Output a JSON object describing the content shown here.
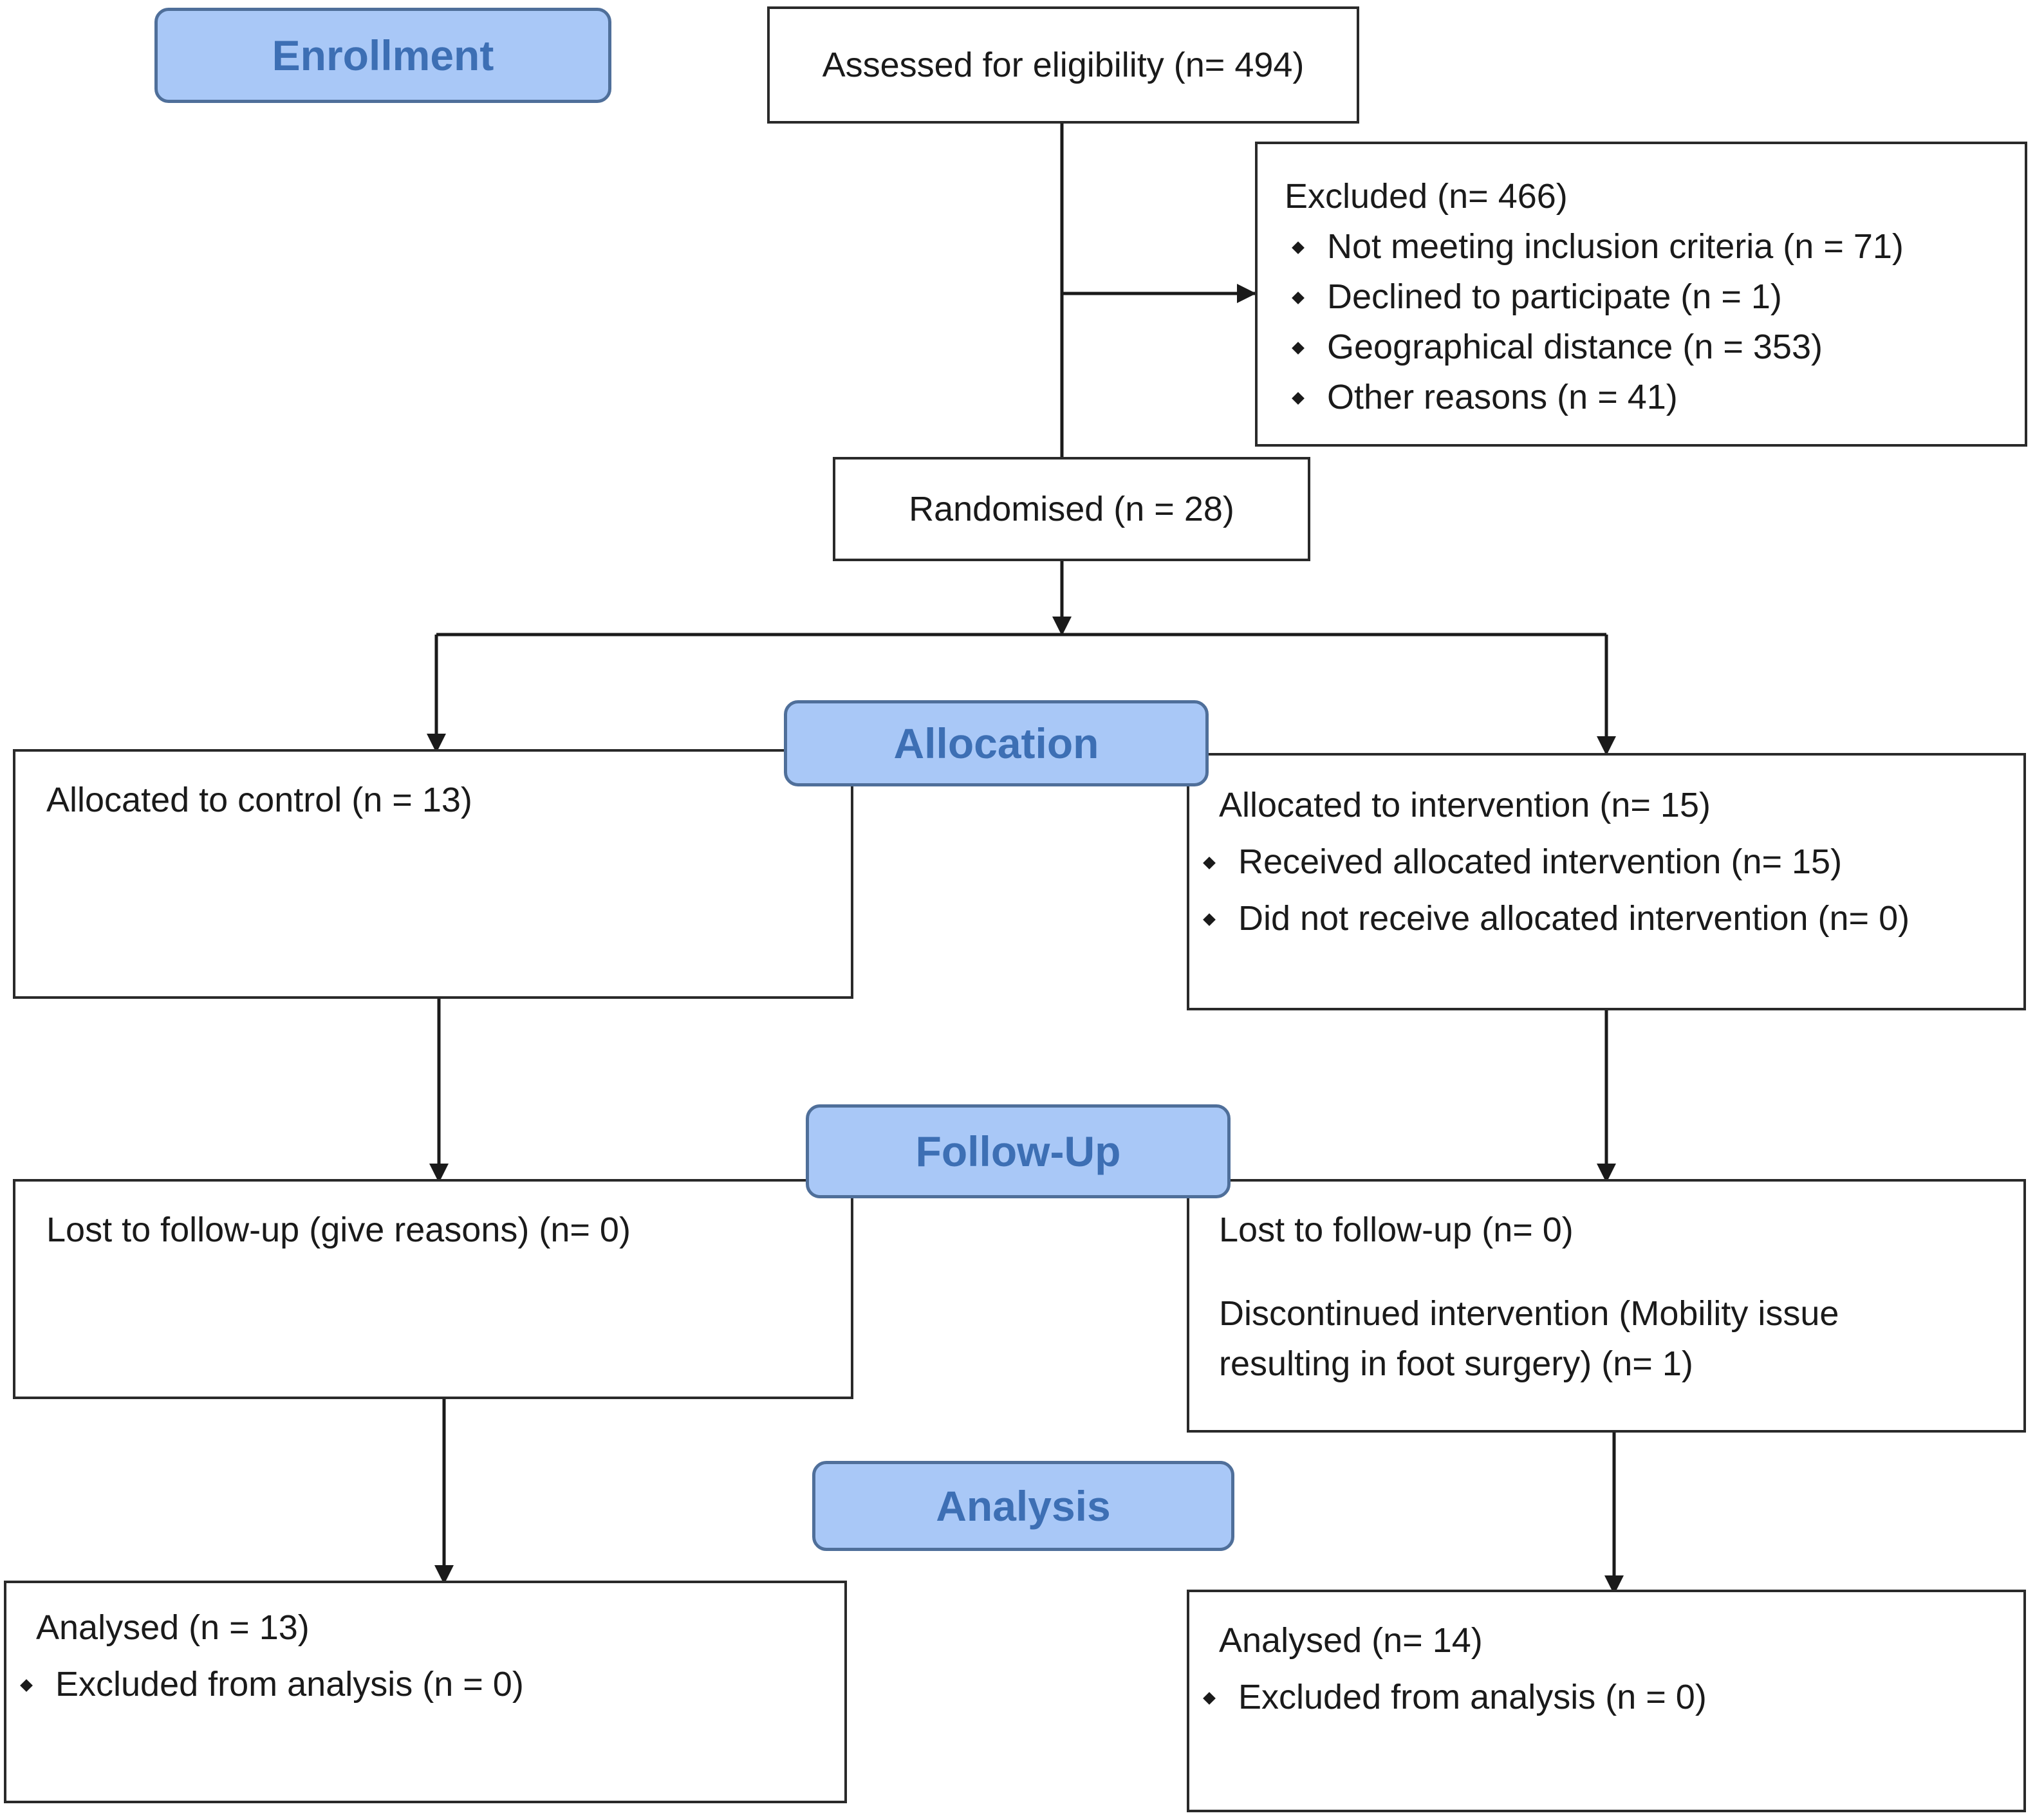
{
  "stages": {
    "enrollment": "Enrollment",
    "allocation": "Allocation",
    "follow_up": "Follow-Up",
    "analysis": "Analysis"
  },
  "assessed": "Assessed for eligibility (n= 494)",
  "excluded": {
    "title": "Excluded (n= 466)",
    "items": [
      "Not meeting inclusion criteria (n = 71)",
      "Declined to participate (n = 1)",
      "Geographical distance (n = 353)",
      "Other reasons (n = 41)"
    ]
  },
  "randomised": "Randomised (n = 28)",
  "control": {
    "allocated": "Allocated to control (n = 13)",
    "follow_up": "Lost to follow-up (give reasons) (n= 0)",
    "analysed": "Analysed (n = 13)",
    "analysis_items": [
      "Excluded from analysis (n = 0)"
    ]
  },
  "intervention": {
    "allocated": "Allocated to intervention (n= 15)",
    "allocated_items": [
      "Received allocated intervention (n= 15)",
      "Did not receive allocated intervention (n= 0)"
    ],
    "lost": "Lost to follow-up (n= 0)",
    "discontinued_line1": "Discontinued intervention (Mobility issue",
    "discontinued_line2": "resulting in foot surgery) (n= 1)",
    "analysed": "Analysed (n= 14)",
    "analysis_items": [
      "Excluded from analysis (n = 0)"
    ]
  }
}
